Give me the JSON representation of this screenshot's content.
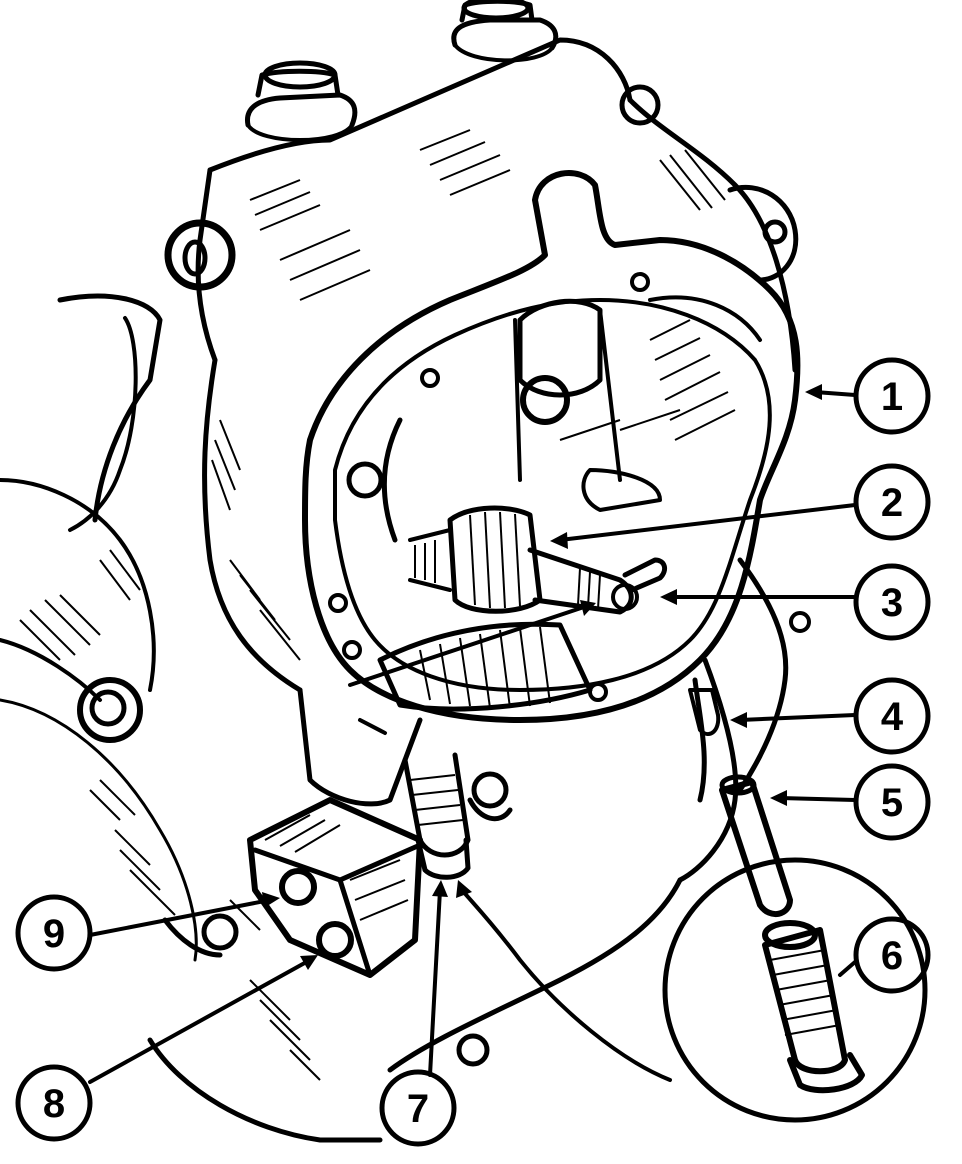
{
  "diagram": {
    "colors": {
      "ink": "#000000",
      "paper": "#ffffff"
    },
    "callouts": [
      {
        "id": "c1",
        "label": "1"
      },
      {
        "id": "c2",
        "label": "2"
      },
      {
        "id": "c3",
        "label": "3"
      },
      {
        "id": "c4",
        "label": "4"
      },
      {
        "id": "c5",
        "label": "5"
      },
      {
        "id": "c6",
        "label": "6"
      },
      {
        "id": "c7",
        "label": "7"
      },
      {
        "id": "c8",
        "label": "8"
      },
      {
        "id": "c9",
        "label": "9"
      }
    ]
  }
}
